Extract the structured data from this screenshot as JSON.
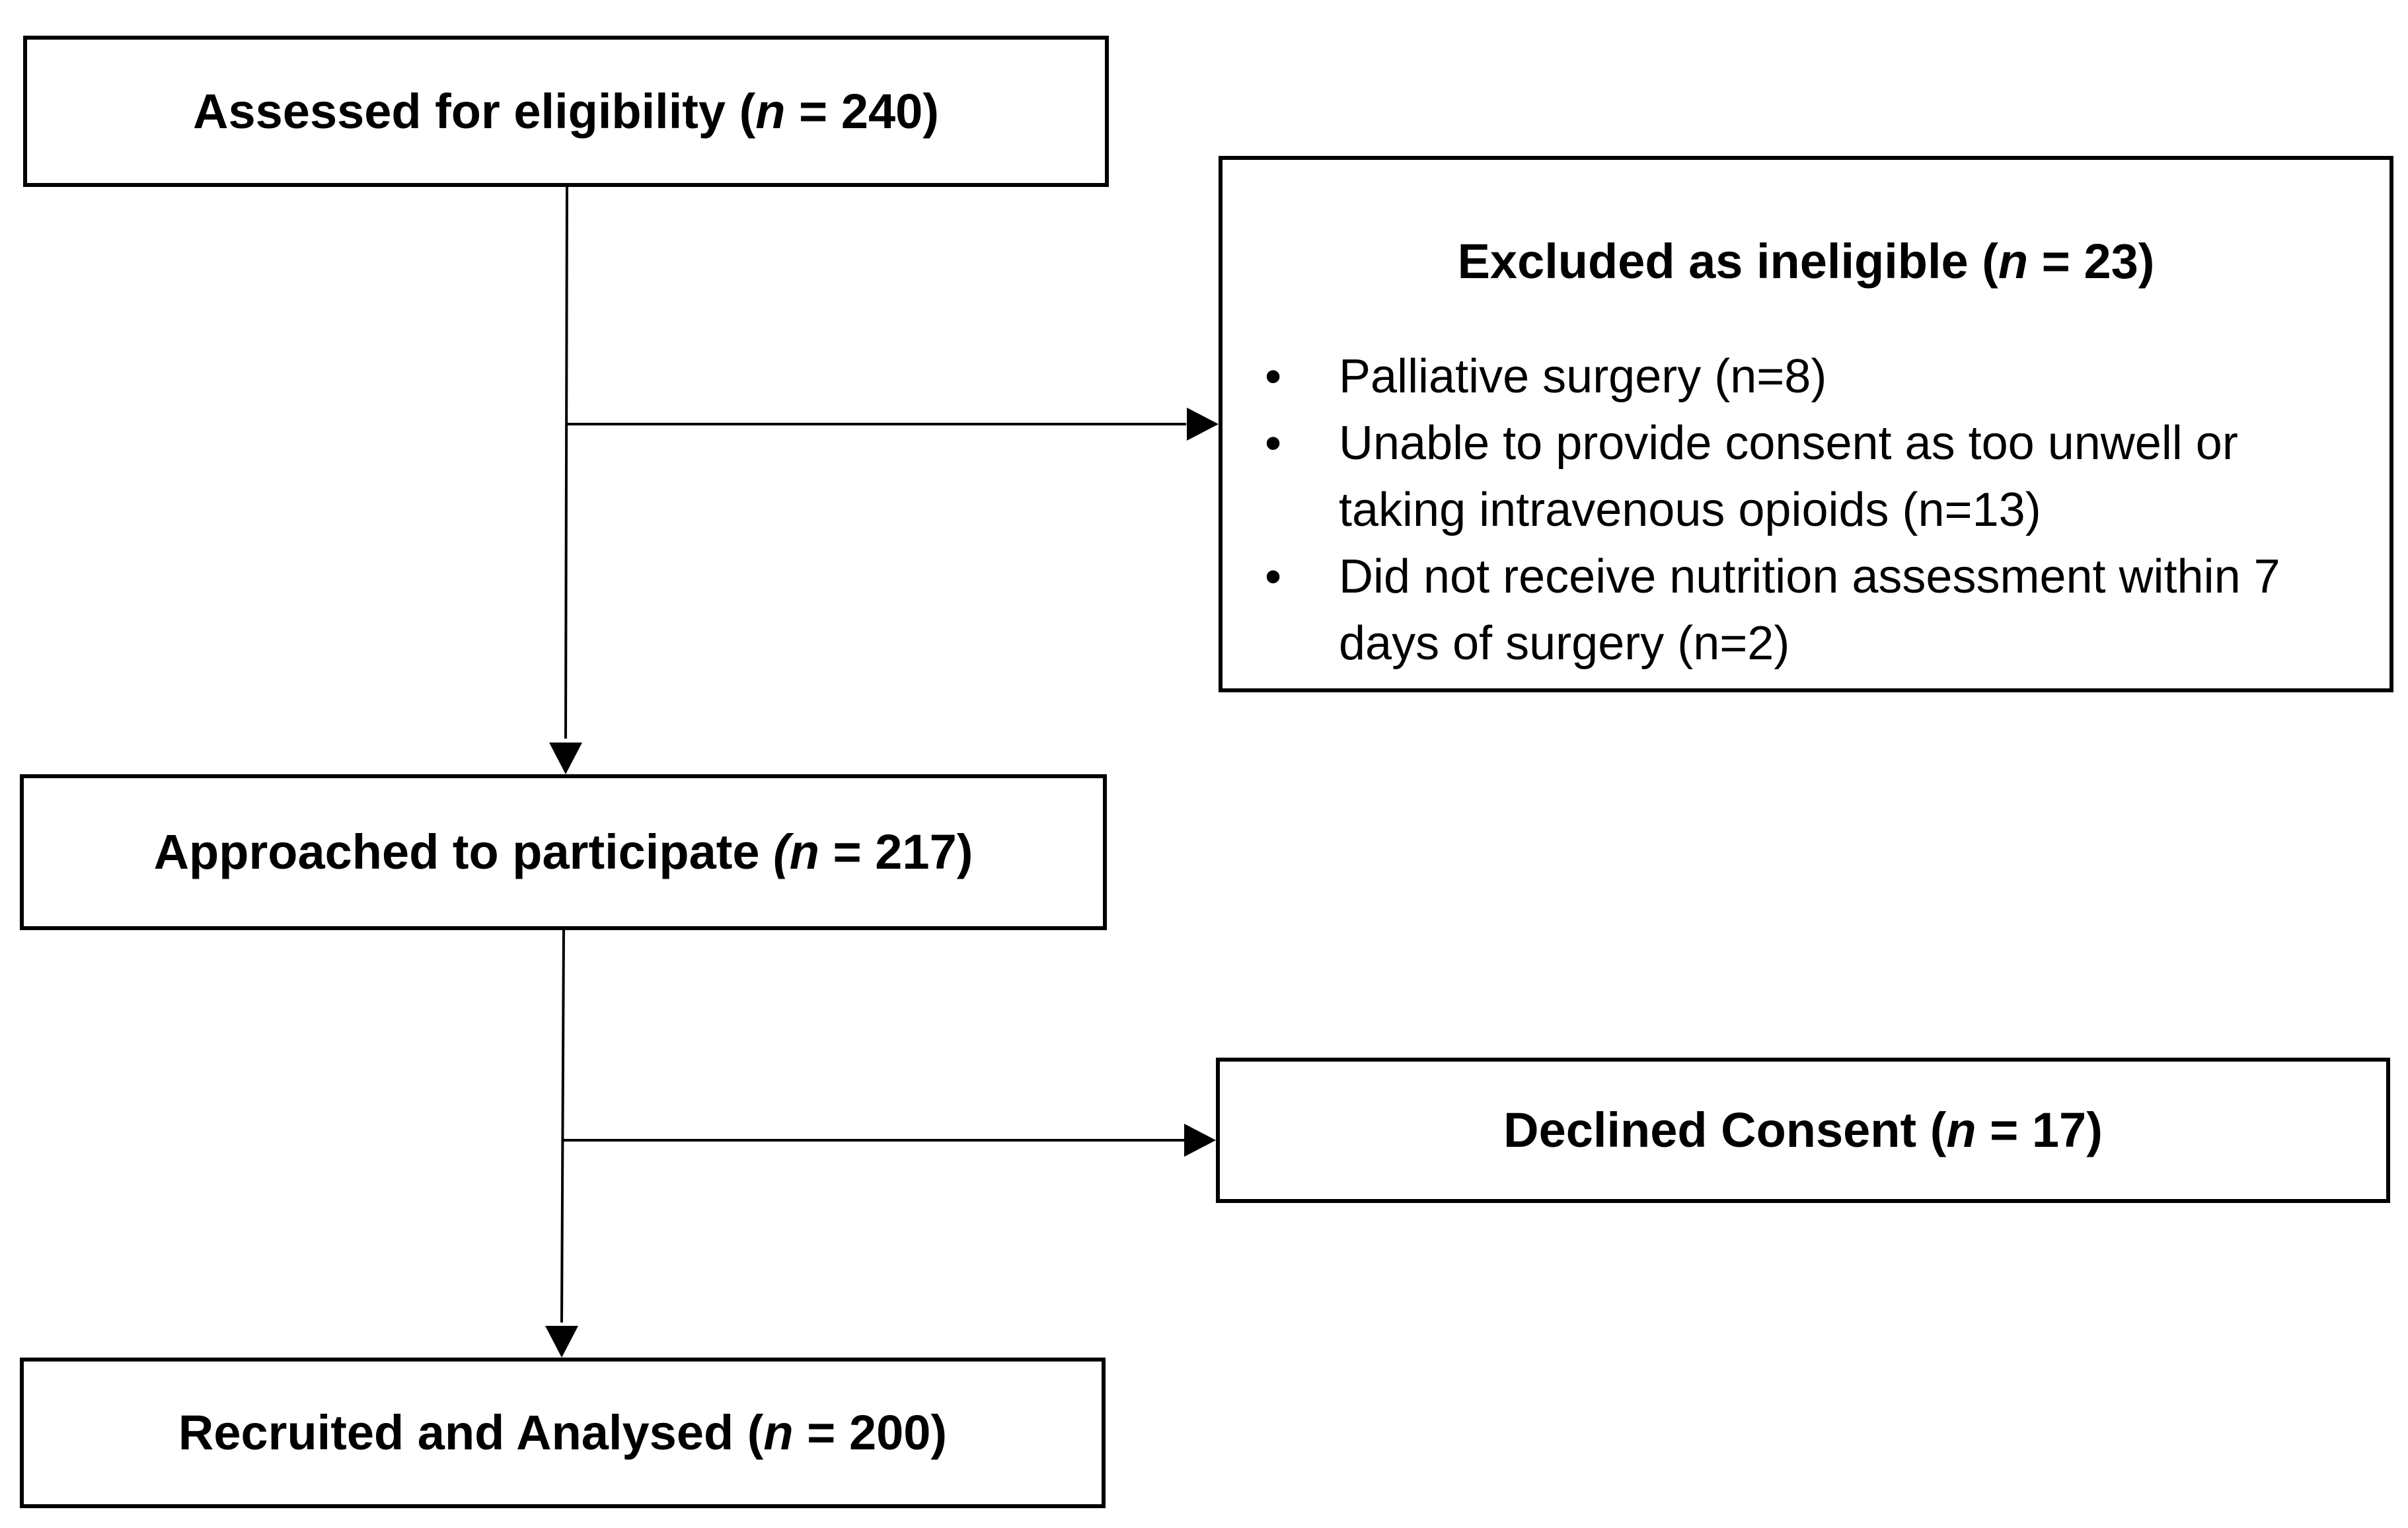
{
  "flow": {
    "assessed": {
      "label": "Assessed for eligibility (",
      "n_symbol": "n",
      "count_text": " = 240)"
    },
    "excluded": {
      "label": "Excluded as ineligible (",
      "n_symbol": "n",
      "count_text": " = 23)",
      "reasons": [
        {
          "bullet": "•",
          "text": "Palliative surgery (n=8)"
        },
        {
          "bullet": "•",
          "text": "Unable to provide consent as too unwell or taking intravenous opioids (n=13)"
        },
        {
          "bullet": "•",
          "text": "Did not receive nutrition assessment within 7 days of surgery (n=2)"
        }
      ]
    },
    "approached": {
      "label": "Approached to participate ",
      "n_text": "(n",
      "count_text": " = 217)"
    },
    "declined": {
      "label": "Declined Consent (",
      "n_symbol": "n",
      "count_text": " = 17)"
    },
    "recruited": {
      "label": "Recruited and Analysed (",
      "n_symbol": "n",
      "count_text": " = 200)"
    }
  },
  "colors": {
    "line": "#000000",
    "box_border": "#000000",
    "background": "#ffffff"
  }
}
